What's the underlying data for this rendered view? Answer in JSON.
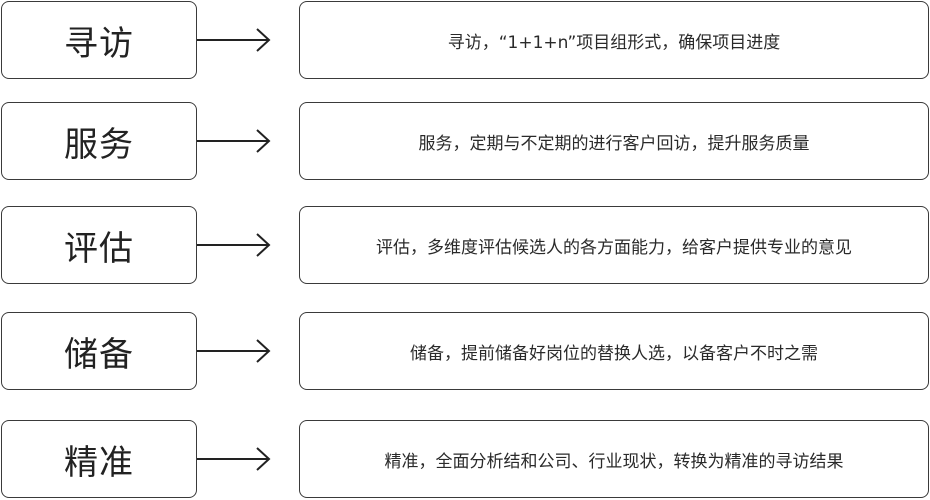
{
  "rows": [
    {
      "label": "寻访",
      "description": "寻访，“1+1+n”项目组形式，确保项目进度"
    },
    {
      "label": "服务",
      "description": "服务，定期与不定期的进行客户回访，提升服务质量"
    },
    {
      "label": "评估",
      "description": "评估，多维度评估候选人的各方面能力，给客户提供专业的意见"
    },
    {
      "label": "储备",
      "description": "储备，提前储备好岗位的替换人选，以备客户不时之需"
    },
    {
      "label": "精准",
      "description": "精准，全面分析结和公司、行业现状，转换为精准的寻访结果"
    }
  ],
  "colors": {
    "border": "#3a3a3a",
    "text": "#222222",
    "background": "#ffffff"
  }
}
